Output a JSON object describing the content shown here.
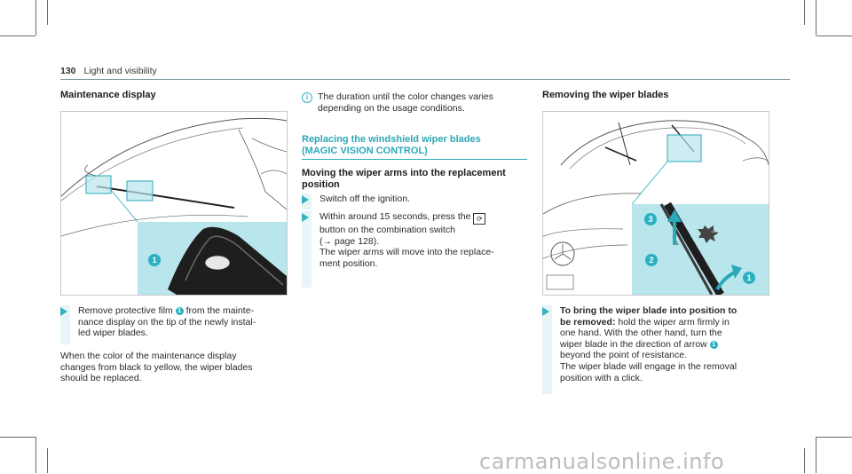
{
  "page": {
    "number": "130",
    "section": "Light and visibility",
    "watermark": "carmanualsonline.info"
  },
  "left": {
    "heading": "Maintenance display",
    "fig_callout": "1",
    "step1_a": "Remove protective film ",
    "step1_badge": "1",
    "step1_b": " from the mainte-",
    "step1_c": "nance display on the tip of the newly instal-",
    "step1_d": "led wiper blades.",
    "para1": "When the color of the maintenance display",
    "para2": "changes from black to yellow, the wiper blades",
    "para3": "should be replaced."
  },
  "middle": {
    "note1": "The duration until the color changes varies",
    "note2": "depending on the usage conditions.",
    "section_title1": "Replacing the windshield wiper blades",
    "section_title2": "(MAGIC VISION CONTROL)",
    "sub1": "Moving the wiper arms into the replacement",
    "sub2": "position",
    "stepA": "Switch off the ignition.",
    "stepB_a": "Within around 15 seconds, press the ",
    "stepB_icon": "⟳",
    "stepB_b": "button on the combination switch",
    "stepB_c": "(→ page 128).",
    "stepB_d": "The wiper arms will move into the replace-",
    "stepB_e": "ment position."
  },
  "right": {
    "heading": "Removing the wiper blades",
    "callouts": [
      "3",
      "2",
      "1"
    ],
    "click_label": "CLICK",
    "step_a_bold": "To bring the wiper blade into position to",
    "step_b_bold": "be removed:",
    "step_b_rest": " hold the wiper arm firmly in",
    "step_c": "one hand. With the other hand, turn the",
    "step_d_a": "wiper blade in the direction of arrow ",
    "step_d_badge": "1",
    "step_e": "beyond the point of resistance.",
    "step_f": "The wiper blade will engage in the removal",
    "step_g": "position with a click."
  },
  "colors": {
    "accent": "#2aa9b8",
    "highlight": "#b8e6ec",
    "text": "#2a2a2a"
  }
}
